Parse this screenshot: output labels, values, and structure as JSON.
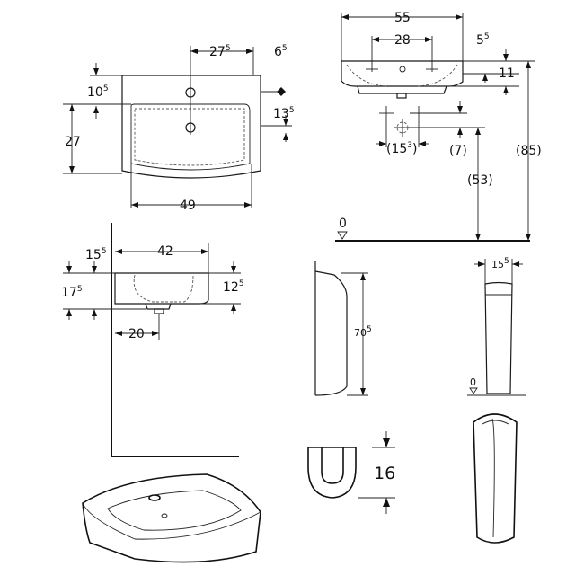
{
  "dimensions": {
    "top_view": {
      "width_top": {
        "main": "27",
        "sup": "5"
      },
      "offset_right": {
        "main": "6",
        "sup": "5"
      },
      "edge_to_hole": {
        "main": "10",
        "sup": "5"
      },
      "depth": "27",
      "right_offset": {
        "main": "13",
        "sup": "5"
      },
      "bottom_width": "49"
    },
    "front_view": {
      "overall_width": "55",
      "hole_spacing": "28",
      "rim_offset": {
        "main": "5",
        "sup": "5"
      },
      "height": "11",
      "waste_spacing": {
        "prefix": "(15",
        "sup": "3",
        "suffix": ")"
      },
      "waste_drop": "(7)",
      "waste_height": "(53)",
      "overall_height": "(85)",
      "floor_level": "0"
    },
    "side_view": {
      "projection": "42",
      "top_offset": {
        "main": "15",
        "sup": "5"
      },
      "basin_depth": {
        "main": "17",
        "sup": "5"
      },
      "right_depth": {
        "main": "12",
        "sup": "5"
      },
      "waste_from_wall": "20"
    },
    "pedestal_side": {
      "height": {
        "main": "70",
        "sup": "5"
      }
    },
    "pedestal_front": {
      "width": {
        "main": "15",
        "sup": "5"
      },
      "floor_level": "0"
    },
    "half_pedestal": {
      "height": "16"
    }
  }
}
